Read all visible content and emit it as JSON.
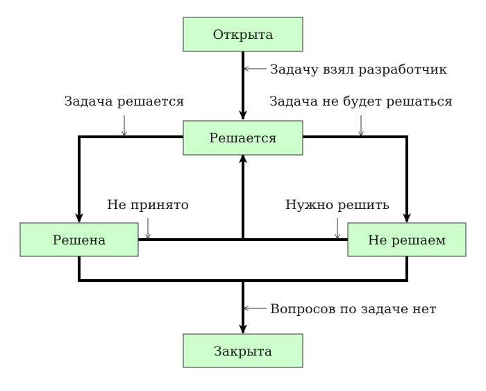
{
  "colors": {
    "node_fill": "#ccffcc",
    "node_stroke": "#333333",
    "edge": "#000000",
    "pointer": "#333333"
  },
  "nodes": {
    "open": "Открыта",
    "in_progress": "Решается",
    "resolved": "Решена",
    "wont_fix": "Не решаем",
    "closed": "Закрыта"
  },
  "edge_labels": {
    "developer_took": "Задачу взял разработчик",
    "being_solved": "Задача решается",
    "wont_be_solved": "Задача не будет решаться",
    "not_accepted": "Не принято",
    "need_to_solve": "Нужно решить",
    "no_questions": "Вопросов по задаче нет"
  }
}
